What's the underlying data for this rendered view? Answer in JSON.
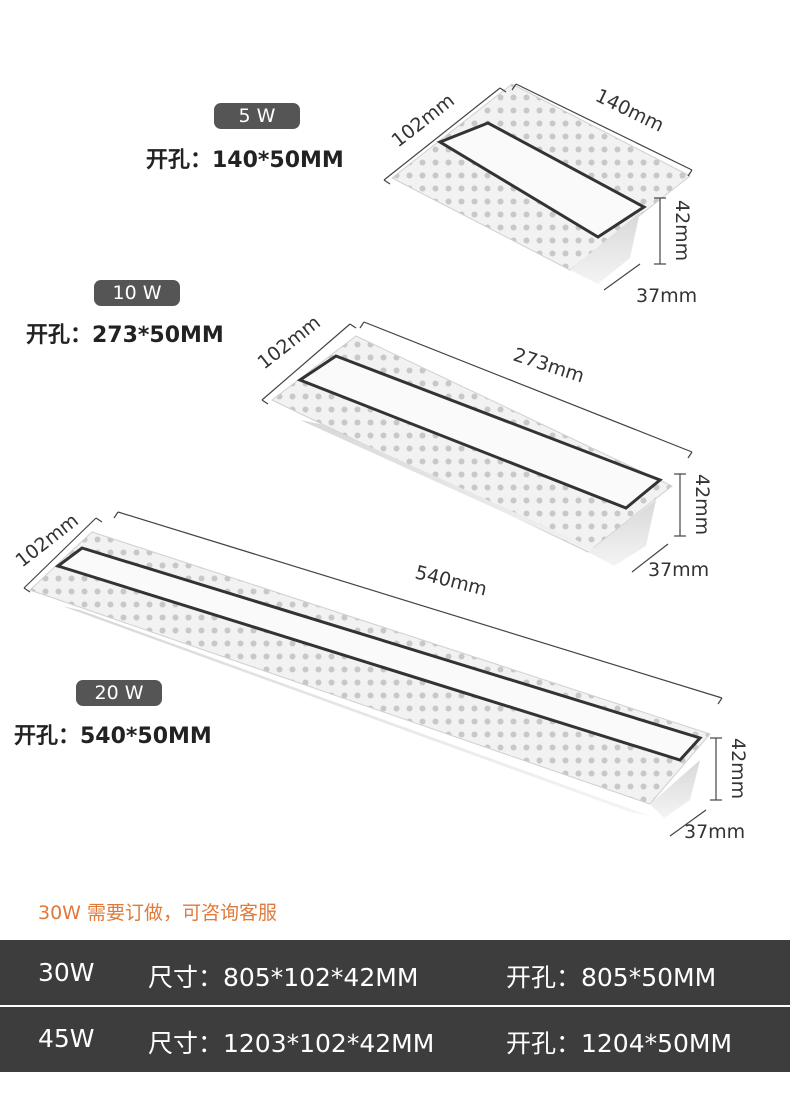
{
  "products": [
    {
      "power": "5 W",
      "cutout": "开孔：140*50MM",
      "length": "140mm",
      "width": "102mm",
      "height": "42mm",
      "depth": "37mm"
    },
    {
      "power": "10 W",
      "cutout": "开孔：273*50MM",
      "length": "273mm",
      "width": "102mm",
      "height": "42mm",
      "depth": "37mm"
    },
    {
      "power": "20 W",
      "cutout": "开孔：540*50MM",
      "length": "540mm",
      "width": "102mm",
      "height": "42mm",
      "depth": "37mm"
    }
  ],
  "note": "30W 需要订做，可咨询客服",
  "note_color": "#e07a3a",
  "table": {
    "rows": [
      {
        "power": "30W",
        "size": "尺寸：805*102*42MM",
        "cutout": "开孔：805*50MM"
      },
      {
        "power": "45W",
        "size": "尺寸：1203*102*42MM",
        "cutout": "开孔：1204*50MM"
      }
    ]
  }
}
